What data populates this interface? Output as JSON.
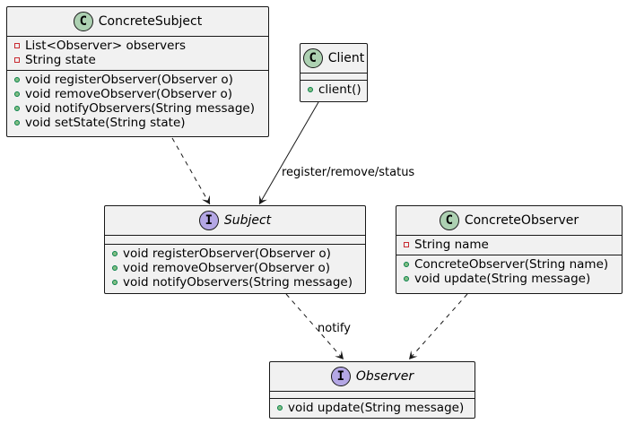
{
  "concrete_subject": {
    "badge": "C",
    "title": "ConcreteSubject",
    "fields": [
      "List<Observer> observers",
      "String state"
    ],
    "methods": [
      "void registerObserver(Observer o)",
      "void removeObserver(Observer o)",
      "void notifyObservers(String message)",
      "void setState(String state)"
    ]
  },
  "client": {
    "badge": "C",
    "title": "Client",
    "methods": [
      "client()"
    ]
  },
  "subject": {
    "badge": "I",
    "title": "Subject",
    "methods": [
      "void registerObserver(Observer o)",
      "void removeObserver(Observer o)",
      "void notifyObservers(String message)"
    ]
  },
  "concrete_observer": {
    "badge": "C",
    "title": "ConcreteObserver",
    "fields": [
      "String name"
    ],
    "methods": [
      "ConcreteObserver(String name)",
      "void update(String message)"
    ]
  },
  "observer": {
    "badge": "I",
    "title": "Observer",
    "methods": [
      "void update(String message)"
    ]
  },
  "relations": {
    "client_subject_label": "register/remove/status",
    "subject_observer_label": "notify"
  },
  "colors": {
    "class_badge": "#add1b2",
    "interface_badge": "#b4a7e5",
    "box_fill": "#f1f1f1",
    "border": "#181818",
    "public_marker": "#84be84",
    "private_marker": "#c82930"
  }
}
